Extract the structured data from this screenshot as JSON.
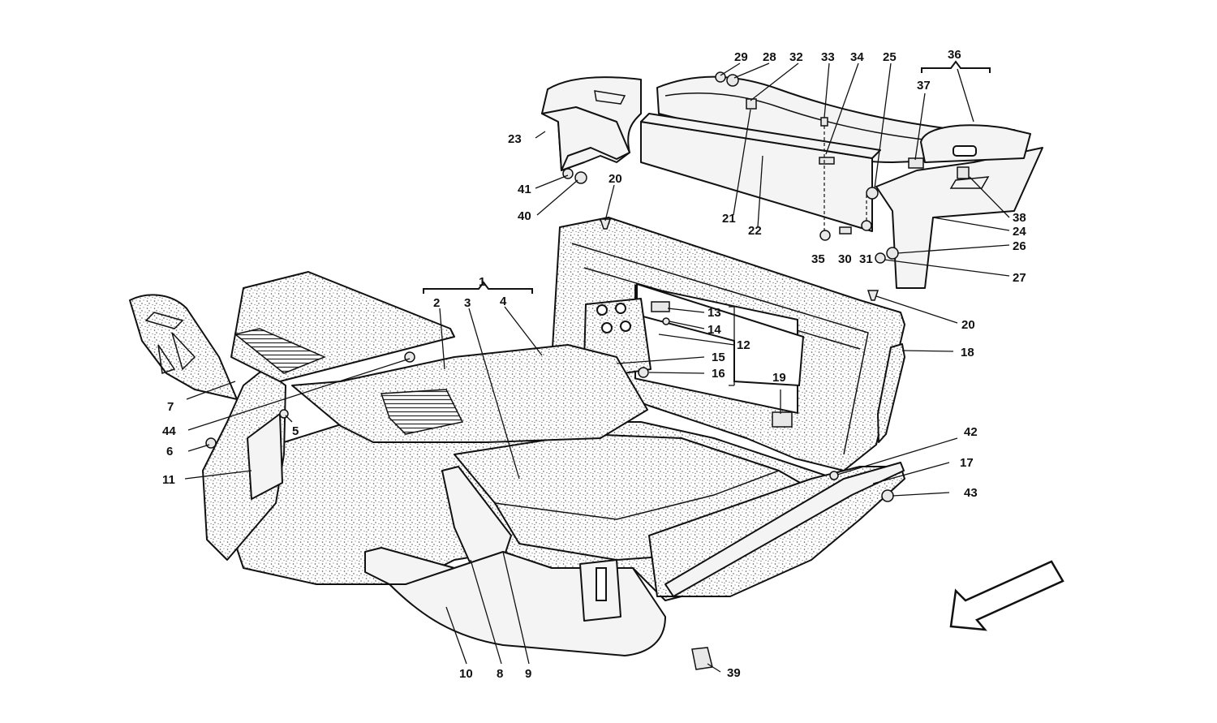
{
  "callouts": {
    "c1": "1",
    "c2": "2",
    "c3": "3",
    "c4": "4",
    "c5": "5",
    "c6": "6",
    "c7": "7",
    "c8": "8",
    "c9": "9",
    "c10": "10",
    "c11": "11",
    "c12": "12",
    "c13": "13",
    "c14": "14",
    "c15": "15",
    "c16": "16",
    "c17": "17",
    "c18": "18",
    "c19": "19",
    "c20a": "20",
    "c20b": "20",
    "c21": "21",
    "c22": "22",
    "c23": "23",
    "c24": "24",
    "c25": "25",
    "c26": "26",
    "c27": "27",
    "c28": "28",
    "c29": "29",
    "c30": "30",
    "c31": "31",
    "c32": "32",
    "c33": "33",
    "c34": "34",
    "c35": "35",
    "c36": "36",
    "c37": "37",
    "c38": "38",
    "c39": "39",
    "c40": "40",
    "c41": "41",
    "c42": "42",
    "c43": "43",
    "c44": "44"
  },
  "icons": {
    "direction": "front-direction-arrow-icon"
  }
}
